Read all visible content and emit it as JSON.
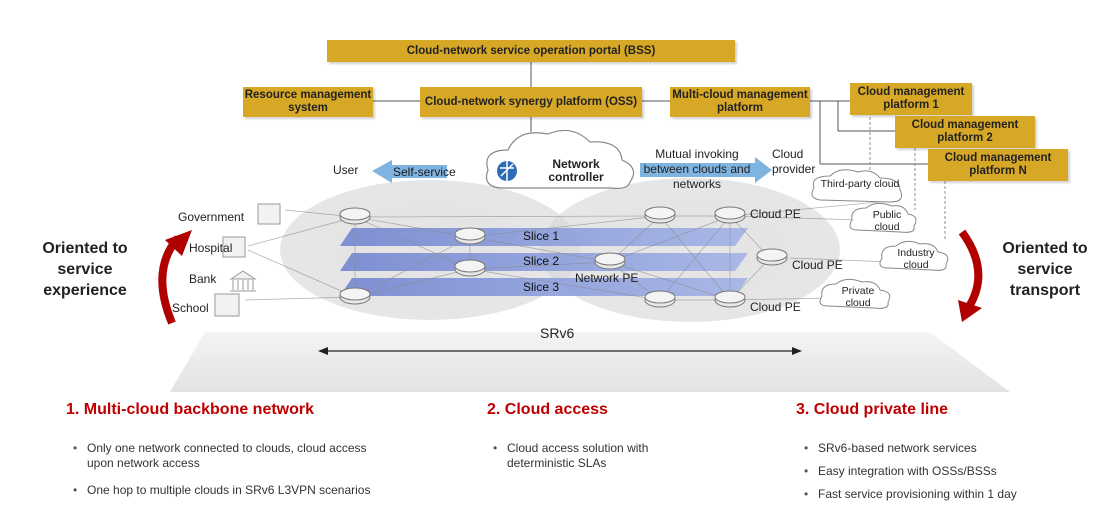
{
  "boxes": {
    "bss": "Cloud-network service operation portal (BSS)",
    "resource": "Resource management system",
    "oss": "Cloud-network synergy platform (OSS)",
    "multicloud": "Multi-cloud management platform",
    "cmp1": "Cloud management platform 1",
    "cmp2": "Cloud management platform 2",
    "cmpN": "Cloud management platform N"
  },
  "controller": "Network controller",
  "user": "User",
  "self_service": "Self-service",
  "mutual": "Mutual invoking between clouds and networks",
  "cloud_provider": "Cloud provider",
  "clouds": {
    "third_party": "Third-party cloud",
    "public": "Public cloud",
    "industry": "Industry cloud",
    "private": "Private cloud"
  },
  "customers": [
    "Government",
    "Hospital",
    "Bank",
    "School"
  ],
  "slices": [
    "Slice 1",
    "Slice 2",
    "Slice 3"
  ],
  "network_pe": "Network PE",
  "cloud_pe": "Cloud PE",
  "srv6": "SRv6",
  "left_label": "Oriented to service experience",
  "right_label": "Oriented to service transport",
  "sections": [
    {
      "title": "1. Multi-cloud backbone network",
      "bullets": [
        "Only one network connected to clouds, cloud access upon network access",
        "One hop to multiple clouds in SRv6 L3VPN scenarios"
      ]
    },
    {
      "title": "2. Cloud access",
      "bullets": [
        "Cloud access solution with deterministic SLAs"
      ]
    },
    {
      "title": "3. Cloud private line",
      "bullets": [
        "SRv6-based network services",
        "Easy integration with OSSs/BSSs",
        "Fast service provisioning within 1 day"
      ]
    }
  ],
  "colors": {
    "box_fill": "#d7a825",
    "slice_fill": "#7f93d6",
    "red_accent": "#c00000",
    "arrow_blue": "#7fb3e0"
  }
}
